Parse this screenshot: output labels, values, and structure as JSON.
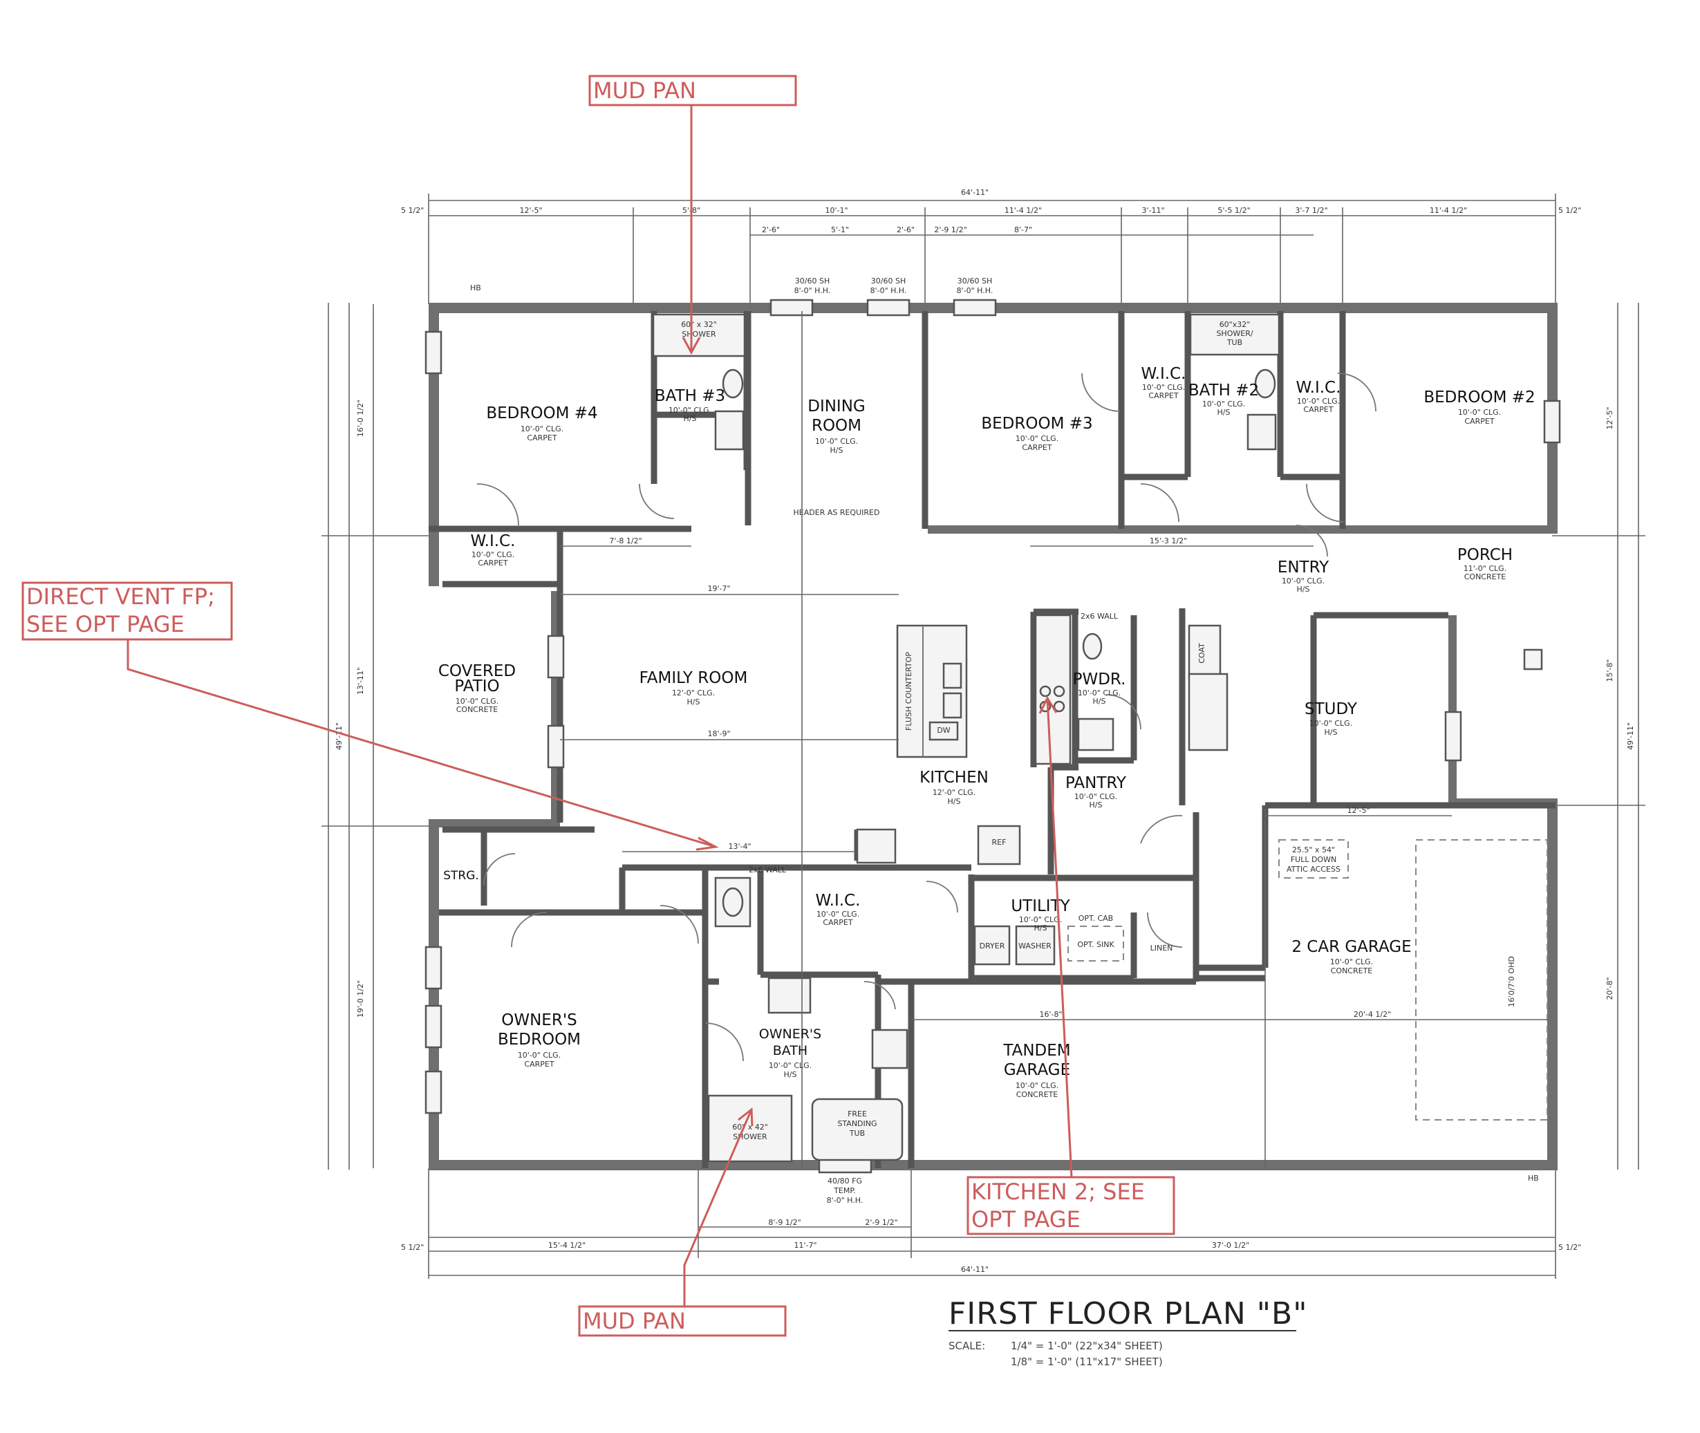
{
  "callouts": {
    "mud_pan_top": "MUD PAN",
    "direct_vent_1": "DIRECT VENT FP;",
    "direct_vent_2": "SEE OPT PAGE",
    "kitchen2_1": "KITCHEN 2; SEE",
    "kitchen2_2": "OPT PAGE",
    "mud_pan_bottom": "MUD PAN"
  },
  "title": "FIRST FLOOR PLAN \"B\"",
  "scale": {
    "label": "SCALE:",
    "line1": "1/4\" = 1'-0\" (22\"x34\" SHEET)",
    "line2": "1/8\" = 1'-0\" (11\"x17\" SHEET)"
  },
  "rooms": {
    "bedroom4": {
      "name": "BEDROOM #4",
      "clg": "10'-0\" CLG.",
      "floor": "CARPET"
    },
    "bath3": {
      "name": "BATH #3",
      "clg": "10'-0\" CLG.",
      "floor": "H/S"
    },
    "dining": {
      "name1": "DINING",
      "name2": "ROOM",
      "clg": "10'-0\" CLG.",
      "floor": "H/S"
    },
    "bedroom3": {
      "name": "BEDROOM #3",
      "clg": "10'-0\" CLG.",
      "floor": "CARPET"
    },
    "wic_b3": {
      "name": "W.I.C.",
      "clg": "10'-0\" CLG.",
      "floor": "CARPET"
    },
    "bath2": {
      "name": "BATH #2",
      "clg": "10'-0\" CLG.",
      "floor": "H/S"
    },
    "wic_b2": {
      "name": "W.I.C.",
      "clg": "10'-0\" CLG.",
      "floor": "CARPET"
    },
    "bedroom2": {
      "name": "BEDROOM #2",
      "clg": "10'-0\" CLG.",
      "floor": "CARPET"
    },
    "wic_b4": {
      "name": "W.I.C.",
      "clg": "10'-0\" CLG.",
      "floor": "CARPET"
    },
    "covered_patio": {
      "name1": "COVERED",
      "name2": "PATIO",
      "clg": "10'-0\" CLG.",
      "floor": "CONCRETE"
    },
    "family": {
      "name": "FAMILY ROOM",
      "clg": "12'-0\" CLG.",
      "floor": "H/S"
    },
    "kitchen": {
      "name": "KITCHEN",
      "clg": "12'-0\" CLG.",
      "floor": "H/S"
    },
    "pwdr": {
      "name": "PWDR.",
      "clg": "10'-0\" CLG.",
      "floor": "H/S"
    },
    "pantry": {
      "name": "PANTRY",
      "clg": "10'-0\" CLG.",
      "floor": "H/S"
    },
    "entry": {
      "name": "ENTRY",
      "clg": "10'-0\" CLG.",
      "floor": "H/S"
    },
    "porch": {
      "name": "PORCH",
      "clg": "11'-0\" CLG.",
      "floor": "CONCRETE"
    },
    "study": {
      "name": "STUDY",
      "clg": "10'-0\" CLG.",
      "floor": "H/S"
    },
    "strg": {
      "name": "STRG."
    },
    "wic_owner": {
      "name": "W.I.C.",
      "clg": "10'-0\" CLG.",
      "floor": "CARPET"
    },
    "utility": {
      "name": "UTILITY",
      "clg": "10'-0\" CLG.",
      "floor": "H/S"
    },
    "garage2": {
      "name": "2 CAR GARAGE",
      "clg": "10'-0\" CLG.",
      "floor": "CONCRETE"
    },
    "owner_bed": {
      "name1": "OWNER'S",
      "name2": "BEDROOM",
      "clg": "10'-0\" CLG.",
      "floor": "CARPET"
    },
    "owner_bath": {
      "name1": "OWNER'S",
      "name2": "BATH",
      "clg": "10'-0\" CLG.",
      "floor": "H/S"
    },
    "tandem": {
      "name1": "TANDEM",
      "name2": "GARAGE",
      "clg": "10'-0\" CLG.",
      "floor": "CONCRETE"
    }
  },
  "fixtures": {
    "shower_bath3_1": "60\" x 32\"",
    "shower_bath3_2": "SHOWER",
    "shower_bath2_1": "60\"x32\"",
    "shower_bath2_2": "SHOWER/",
    "shower_bath2_3": "TUB",
    "owner_shower_1": "60\" x 42\"",
    "owner_shower_2": "SHOWER",
    "tub_1": "FREE",
    "tub_2": "STANDING",
    "tub_3": "TUB",
    "attic_1": "25.5\" x 54\"",
    "attic_2": "FULL DOWN",
    "attic_3": "ATTIC ACCESS",
    "garage_door": "16'0/7'0 OHD",
    "ref": "REF",
    "dw": "DW",
    "coat": "COAT",
    "linen": "LINEN",
    "dryer": "DRYER",
    "washer": "WASHER",
    "opt_cab": "OPT. CAB",
    "opt_sink": "OPT. SINK",
    "flush_counter": "FLUSH COUNTERTOP",
    "window_a": "30/60 SH",
    "window_b": "8'-0\" H.H.",
    "rear_window": "40/80 FG",
    "rear_window_2": "TEMP.",
    "header_req": "HEADER AS REQUIRED",
    "wall_2x6": "2x6 WALL",
    "hb": "HB"
  },
  "dims": {
    "overall": "64'-11\"",
    "side": "5 1/2\"",
    "depth": "49'-11\"",
    "top": [
      "12'-5\"",
      "5'-8\"",
      "10'-1\"",
      "11'-4 1/2\"",
      "3'-11\"",
      "5'-5 1/2\"",
      "3'-7 1/2\"",
      "11'-4 1/2\""
    ],
    "top2": [
      "2'-6\"",
      "5'-1\"",
      "2'-6\"",
      "2'-9 1/2\"",
      "8'-7\""
    ],
    "bottom": [
      "15'-4 1/2\"",
      "11'-7\"",
      "37'-0 1/2\""
    ],
    "bottom2": [
      "8'-9 1/2\"",
      "2'-9 1/2\""
    ],
    "left": [
      "16'-0 1/2\"",
      "13'-11\"",
      "19'-0 1/2\""
    ],
    "right": [
      "12'-5\"",
      "15'-8\"",
      "20'-8\""
    ],
    "mid": [
      "19'-7\"",
      "18'-9\"",
      "13'-4\"",
      "12'-5\"",
      "20'-4 1/2\"",
      "16'-8\"",
      "15'-3 1/2\"",
      "7'-8 1/2\""
    ]
  }
}
